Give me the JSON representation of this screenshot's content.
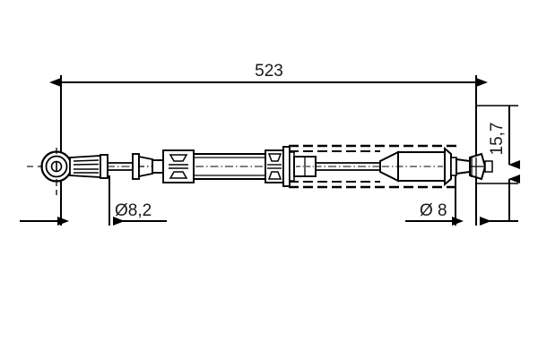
{
  "drawing": {
    "type": "technical-part-drawing",
    "subject": "brake-hose-assembly",
    "background_color": "#ffffff",
    "line_color": "#000000",
    "text_color": "#1a1a1a",
    "dimensions": {
      "overall_length": {
        "label": "523",
        "unit_implied": "mm",
        "orientation": "horizontal",
        "position": "top"
      },
      "left_diameter": {
        "label": "Ø8,2",
        "unit_implied": "mm",
        "orientation": "horizontal",
        "position": "bottom-left"
      },
      "right_diameter": {
        "label": "Ø 8",
        "unit_implied": "mm",
        "orientation": "horizontal",
        "position": "bottom-right"
      },
      "end_fitting_length": {
        "label": "15,7",
        "unit_implied": "mm",
        "orientation": "vertical",
        "position": "right"
      }
    }
  }
}
